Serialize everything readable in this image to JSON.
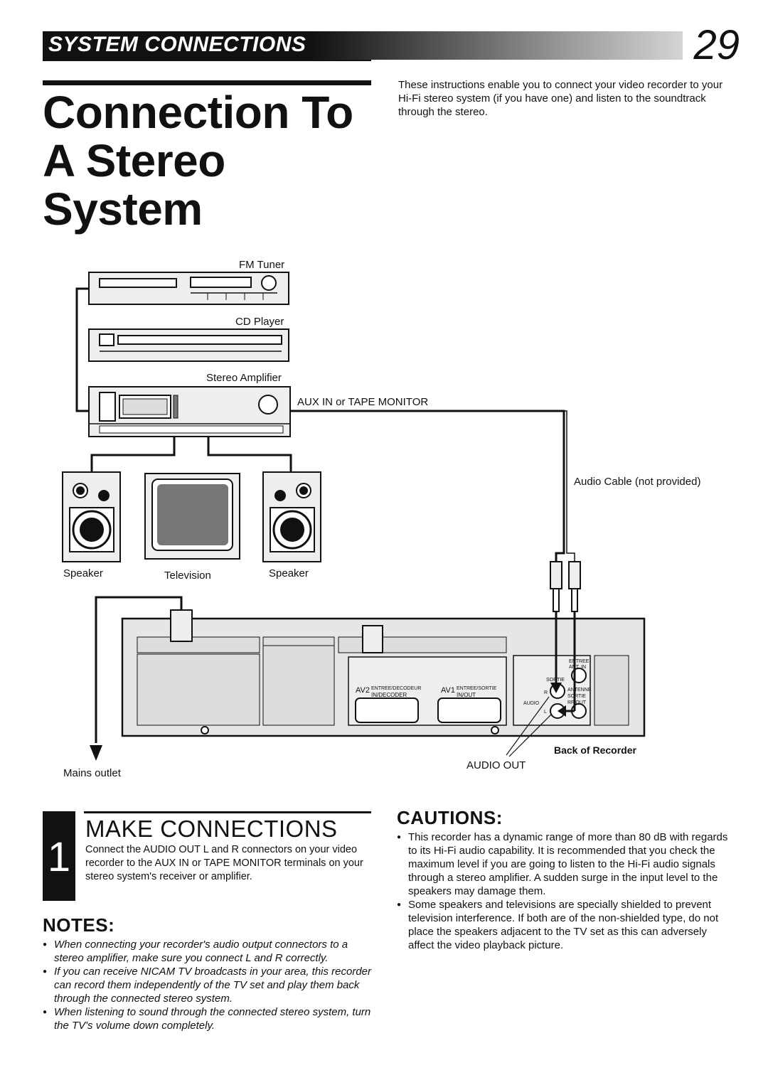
{
  "header": {
    "section_title": "SYSTEM CONNECTIONS",
    "page_number": "29"
  },
  "title_lines": [
    "Connection To",
    "A Stereo",
    "System"
  ],
  "intro": "These instructions enable you to connect your video recorder to your Hi-Fi stereo system (if you have one) and listen to the soundtrack through the stereo.",
  "diagram": {
    "fm_tuner": "FM Tuner",
    "cd_player": "CD Player",
    "stereo_amplifier": "Stereo Amplifier",
    "aux_in": "AUX IN or TAPE MONITOR",
    "audio_cable": "Audio Cable (not provided)",
    "speaker_left": "Speaker",
    "television": "Television",
    "speaker_right": "Speaker",
    "mains_outlet": "Mains outlet",
    "audio_out": "AUDIO OUT",
    "back_of_recorder": "Back of Recorder",
    "panel": {
      "av2": "AV2",
      "av2_sub1": "ENTREE/DECODEUR",
      "av2_sub2": "IN/DECODER",
      "av1": "AV1",
      "av1_sub1": "ENTREE/SORTIE",
      "av1_sub2": "IN/OUT",
      "entree": "ENTREE",
      "ant_in": "ANT. IN",
      "sortie": "SORTIE",
      "antenne": "ANTENNE",
      "sortie2": "SORTIE",
      "rf_out": "RF OUT",
      "audio": "AUDIO",
      "r": "R",
      "l": "L"
    }
  },
  "step": {
    "number": "1",
    "title": "MAKE CONNECTIONS",
    "text": "Connect the AUDIO OUT L and R connectors on your video recorder to the AUX IN or TAPE MONITOR terminals on your stereo system's receiver or amplifier."
  },
  "notes": {
    "heading": "NOTES:",
    "items": [
      "When connecting your recorder's audio output connectors to a stereo amplifier, make sure you connect L and R correctly.",
      "If you can receive NICAM TV broadcasts in your area, this recorder can record them independently of the TV set and play them back through the connected stereo system.",
      "When listening to sound through the connected stereo system, turn the TV's volume down completely."
    ]
  },
  "cautions": {
    "heading": "CAUTIONS:",
    "items": [
      "This recorder has a dynamic range of more than 80 dB with regards to its Hi-Fi audio capability. It is recommended that you check the maximum level if you are going to listen to the Hi-Fi audio signals through a stereo amplifier. A sudden surge in the input level to the speakers may damage them.",
      "Some speakers and televisions are specially shielded to prevent television interference. If both are of the non-shielded type, do not place the speakers adjacent to the TV set as this can adversely affect the video playback picture."
    ]
  }
}
